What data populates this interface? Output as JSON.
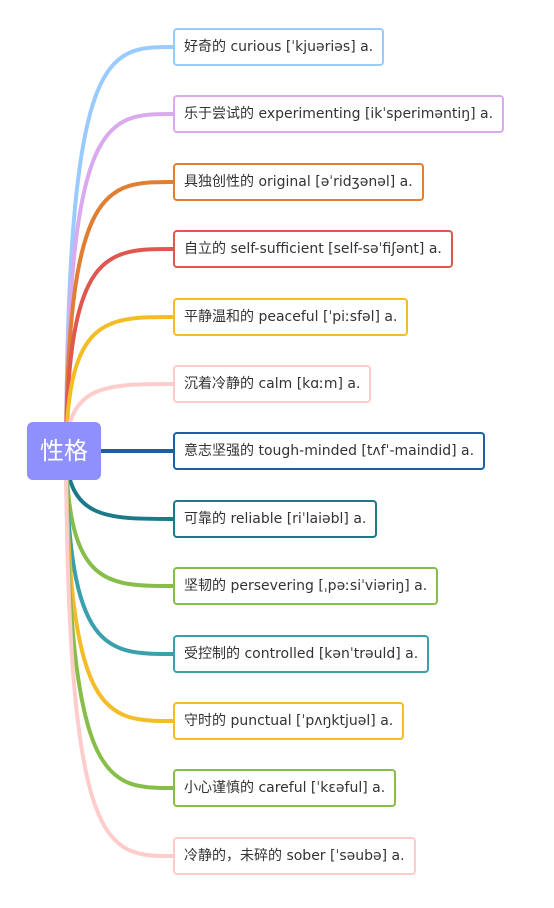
{
  "root": {
    "label": "性格",
    "color": "#8f8ffd"
  },
  "nodes": [
    {
      "text": "好奇的  curious  [ˈkjuəriəs]  a.",
      "color": "#9acbff"
    },
    {
      "text": "乐于尝试的  experimenting  [ikˈsperimәntiŋ]  a.",
      "color": "#d9aaee"
    },
    {
      "text": "具独创性的  original  [əˈridʒənəl]  a.",
      "color": "#e07f33"
    },
    {
      "text": "自立的  self-sufficient  [self-səˈfiʃənt]  a.",
      "color": "#e0574f"
    },
    {
      "text": "平静温和的  peaceful  [ˈpiːsfəl]  a.",
      "color": "#f4bd28"
    },
    {
      "text": "沉着冷静的  calm  [kɑːm]  a.",
      "color": "#ffcccc"
    },
    {
      "text": "意志坚强的  tough-minded  [tʌfˈ-maindid]  a.",
      "color": "#1b5fa6"
    },
    {
      "text": "可靠的  reliable  [riˈlaiəbl]  a.",
      "color": "#1b7a8a"
    },
    {
      "text": "坚韧的  persevering  [ˌpəːsiˈviəriŋ]  a.",
      "color": "#87be4a"
    },
    {
      "text": "受控制的  controlled  [kənˈtrəuld]  a.",
      "color": "#3aa0ac"
    },
    {
      "text": "守时的  punctual  [ˈpʌŋktjuəl]  a.",
      "color": "#f4bd28"
    },
    {
      "text": "小心谨慎的  careful  [ˈkɛəful]  a.",
      "color": "#87be4a"
    },
    {
      "text": "冷静的，未碎的  sober  [ˈsəubə]  a.",
      "color": "#ffcccc"
    }
  ]
}
